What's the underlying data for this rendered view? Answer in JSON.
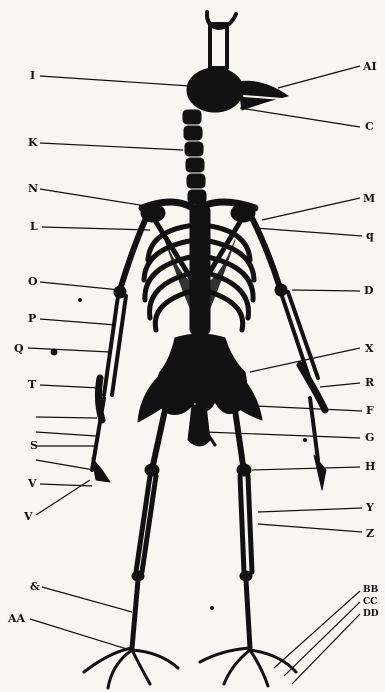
{
  "diagram": {
    "ink": "#111111",
    "paper": "#f7f6f1",
    "labels_left": [
      {
        "key": "I",
        "text": "I"
      },
      {
        "key": "K",
        "text": "K"
      },
      {
        "key": "N",
        "text": "N"
      },
      {
        "key": "L",
        "text": "L"
      },
      {
        "key": "O",
        "text": "O"
      },
      {
        "key": "P",
        "text": "P"
      },
      {
        "key": "Q",
        "text": "Q"
      },
      {
        "key": "T",
        "text": "T"
      },
      {
        "key": "S",
        "text": "S"
      },
      {
        "key": "V1",
        "text": "V"
      },
      {
        "key": "V2",
        "text": "V"
      },
      {
        "key": "AMP",
        "text": "&"
      },
      {
        "key": "AA",
        "text": "AA"
      }
    ],
    "labels_right": [
      {
        "key": "A",
        "text": "AI"
      },
      {
        "key": "C",
        "text": "C"
      },
      {
        "key": "M",
        "text": "M"
      },
      {
        "key": "Rq",
        "text": "q"
      },
      {
        "key": "D",
        "text": "D"
      },
      {
        "key": "X",
        "text": "X"
      },
      {
        "key": "R",
        "text": "R"
      },
      {
        "key": "F",
        "text": "F"
      },
      {
        "key": "G",
        "text": "G"
      },
      {
        "key": "H",
        "text": "H"
      },
      {
        "key": "Y",
        "text": "Y"
      },
      {
        "key": "Z",
        "text": "Z"
      },
      {
        "key": "BB",
        "text": "BB"
      },
      {
        "key": "CC",
        "text": "CC"
      },
      {
        "key": "DD",
        "text": "DD"
      }
    ]
  }
}
